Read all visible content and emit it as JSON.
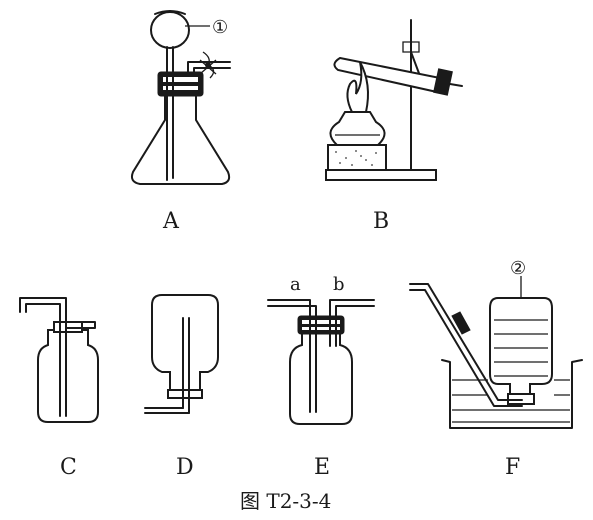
{
  "caption": "图 T2-3-4",
  "apparatus": [
    {
      "letter": "A",
      "marker": "①"
    },
    {
      "letter": "B"
    },
    {
      "letter": "C"
    },
    {
      "letter": "D"
    },
    {
      "letter": "E",
      "port_left": "a",
      "port_right": "b"
    },
    {
      "letter": "F",
      "marker": "②"
    }
  ]
}
